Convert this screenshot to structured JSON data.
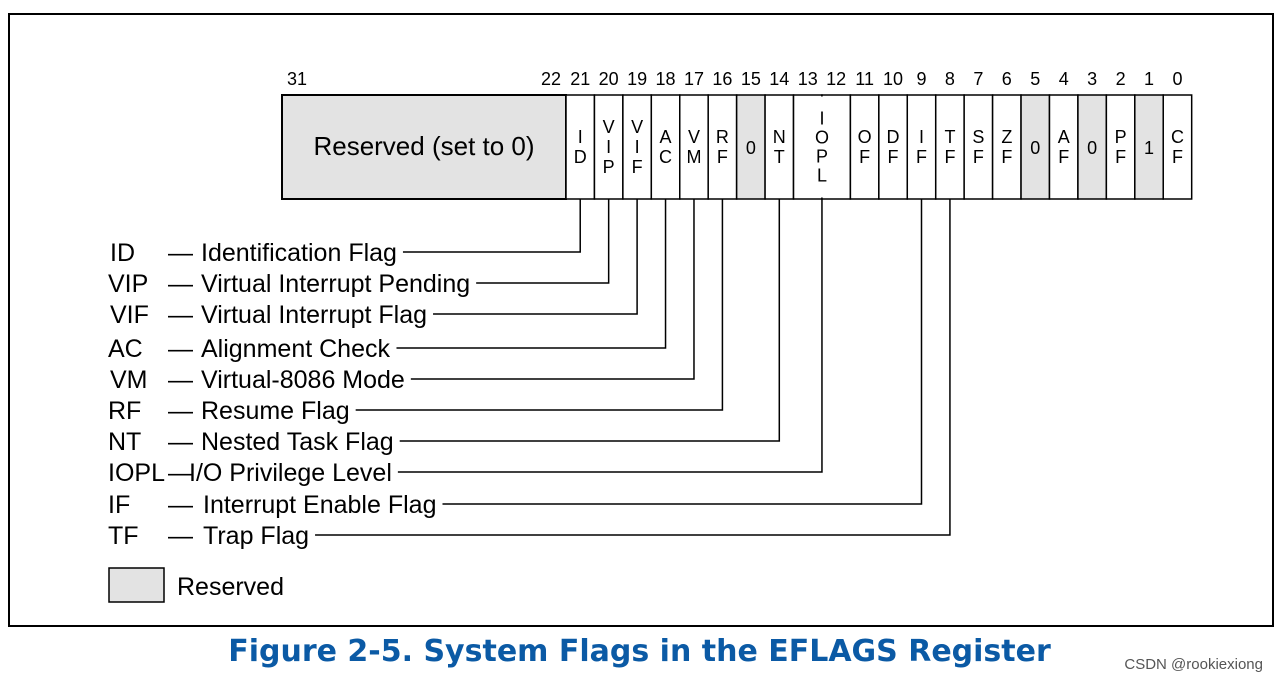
{
  "reserved_field": {
    "label": "Reserved (set to 0)",
    "high_bit": "31",
    "low_bit": "22"
  },
  "bits": [
    {
      "num": "21",
      "label": "ID",
      "reserved": false
    },
    {
      "num": "20",
      "label": "VIP",
      "reserved": false
    },
    {
      "num": "19",
      "label": "VIF",
      "reserved": false
    },
    {
      "num": "18",
      "label": "AC",
      "reserved": false
    },
    {
      "num": "17",
      "label": "VM",
      "reserved": false
    },
    {
      "num": "16",
      "label": "RF",
      "reserved": false
    },
    {
      "num": "15",
      "label": "0",
      "reserved": true
    },
    {
      "num": "14",
      "label": "NT",
      "reserved": false
    },
    {
      "num": "13",
      "label": "",
      "reserved": false
    },
    {
      "num": "12",
      "label": "IOPL",
      "reserved": false
    },
    {
      "num": "11",
      "label": "OF",
      "reserved": false
    },
    {
      "num": "10",
      "label": "DF",
      "reserved": false
    },
    {
      "num": "9",
      "label": "IF",
      "reserved": false
    },
    {
      "num": "8",
      "label": "TF",
      "reserved": false
    },
    {
      "num": "7",
      "label": "SF",
      "reserved": false
    },
    {
      "num": "6",
      "label": "ZF",
      "reserved": false
    },
    {
      "num": "5",
      "label": "0",
      "reserved": true
    },
    {
      "num": "4",
      "label": "AF",
      "reserved": false
    },
    {
      "num": "3",
      "label": "0",
      "reserved": true
    },
    {
      "num": "2",
      "label": "PF",
      "reserved": false
    },
    {
      "num": "1",
      "label": "1",
      "reserved": true
    },
    {
      "num": "0",
      "label": "CF",
      "reserved": false
    }
  ],
  "legend": [
    {
      "abbr": "ID",
      "name": "Identification Flag",
      "bit": "21"
    },
    {
      "abbr": "VIP",
      "name": "Virtual Interrupt Pending",
      "bit": "20"
    },
    {
      "abbr": "VIF",
      "name": "Virtual Interrupt Flag",
      "bit": "19"
    },
    {
      "abbr": "AC",
      "name": "Alignment Check",
      "bit": "18"
    },
    {
      "abbr": "VM",
      "name": "Virtual-8086 Mode",
      "bit": "17"
    },
    {
      "abbr": "RF",
      "name": "Resume Flag",
      "bit": "16"
    },
    {
      "abbr": "NT",
      "name": "Nested Task Flag",
      "bit": "14"
    },
    {
      "abbr": "IOPL",
      "name": "I/O Privilege Level",
      "bit": "12"
    },
    {
      "abbr": "IF",
      "name": "Interrupt Enable Flag",
      "bit": "9"
    },
    {
      "abbr": "TF",
      "name": "Trap Flag",
      "bit": "8"
    }
  ],
  "dash": "—",
  "key": {
    "label": "Reserved"
  },
  "caption": "Figure 2-5.  System Flags in the EFLAGS Register",
  "watermark": "CSDN @rookiexiong",
  "colors": {
    "reserved_fill": "#e3e3e3",
    "caption": "#0b5aa5",
    "line": "#000000"
  }
}
